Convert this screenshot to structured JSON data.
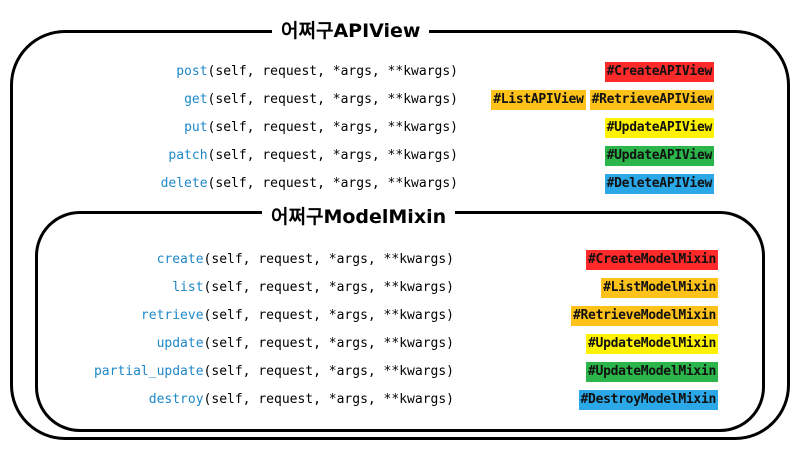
{
  "outer_title": "어쩌구APIView",
  "inner_title": "어쩌구ModelMixin",
  "params_text": "(self, request, *args, **kwargs)",
  "colors": {
    "red": "#ff2a2a",
    "orange": "#ffc21a",
    "yellow": "#fff200",
    "green": "#2bb54a",
    "blue": "#2aa8e8"
  },
  "api_methods": [
    {
      "name": "post",
      "tags": [
        {
          "text": "#CreateAPIView",
          "color": "red"
        }
      ]
    },
    {
      "name": "get",
      "tags": [
        {
          "text": "#ListAPIView",
          "color": "orange"
        },
        {
          "text": "#RetrieveAPIView",
          "color": "orange"
        }
      ]
    },
    {
      "name": "put",
      "tags": [
        {
          "text": "#UpdateAPIView",
          "color": "yellow"
        }
      ]
    },
    {
      "name": "patch",
      "tags": [
        {
          "text": "#UpdateAPIView",
          "color": "green"
        }
      ]
    },
    {
      "name": "delete",
      "tags": [
        {
          "text": "#DeleteAPIView",
          "color": "blue"
        }
      ]
    }
  ],
  "mixin_methods": [
    {
      "name": "create",
      "tags": [
        {
          "text": "#CreateModelMixin",
          "color": "red"
        }
      ]
    },
    {
      "name": "list",
      "tags": [
        {
          "text": "#ListModelMixin",
          "color": "orange"
        }
      ]
    },
    {
      "name": "retrieve",
      "tags": [
        {
          "text": "#RetrieveModelMixin",
          "color": "orange"
        }
      ]
    },
    {
      "name": "update",
      "tags": [
        {
          "text": "#UpdateModelMixin",
          "color": "yellow"
        }
      ]
    },
    {
      "name": "partial_update",
      "tags": [
        {
          "text": "#UpdateModelMixin",
          "color": "green"
        }
      ]
    },
    {
      "name": "destroy",
      "tags": [
        {
          "text": "#DestroyModelMixin",
          "color": "blue"
        }
      ]
    }
  ]
}
